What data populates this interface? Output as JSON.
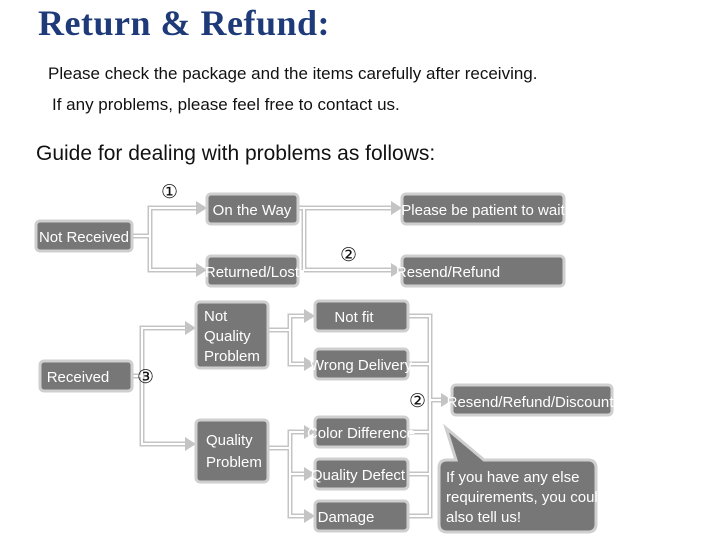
{
  "header": {
    "title": "Return & Refund:",
    "line1": "Please check the package and the items carefully after receiving.",
    "line2": "If any problems, please feel free to contact us.",
    "guide": "Guide for dealing with problems as follows:"
  },
  "nodes": {
    "not_received": "Not Received",
    "on_the_way": "On the Way",
    "returned_lost": "Returned/Lost",
    "be_patient": "Please be patient to wait",
    "resend_refund": "Resend/Refund",
    "received": "Received",
    "not_quality_1": "Not",
    "not_quality_2": "Quality",
    "not_quality_3": "Problem",
    "quality_1": "Quality",
    "quality_2": "Problem",
    "not_fit": "Not fit",
    "wrong_delivery": "Wrong Delivery",
    "color_difference": "Color Difference",
    "quality_defect": "Quality Defect",
    "damage": "Damage",
    "resend_refund_discount": "Resend/Refund/Discount"
  },
  "markers": {
    "one": "①",
    "two_a": "②",
    "three": "③",
    "two_b": "②"
  },
  "note": {
    "line1": "If you have any else",
    "line2": "requirements, you could",
    "line3": "also tell us!"
  },
  "colors": {
    "title": "#1e3a78",
    "box": "#777777",
    "connector": "#c4c4c4"
  }
}
